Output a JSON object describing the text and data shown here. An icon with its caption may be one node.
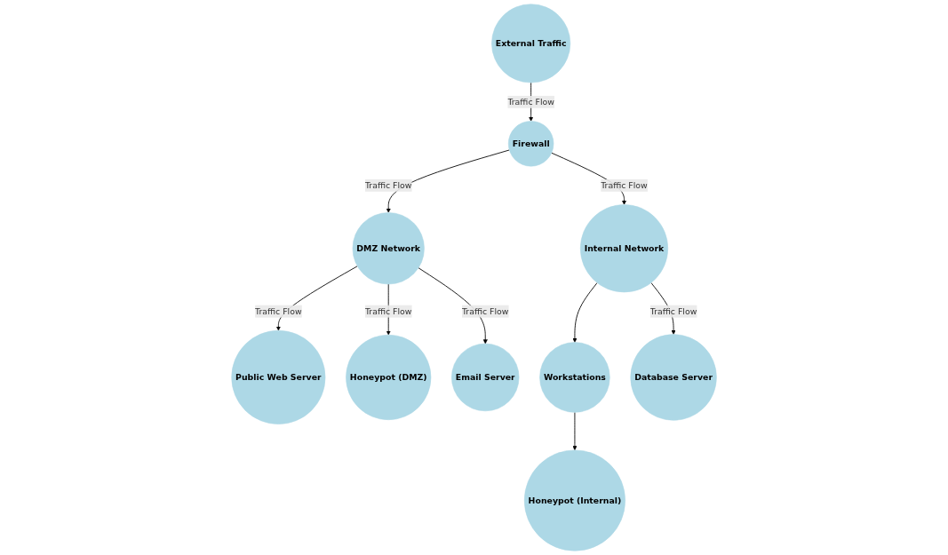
{
  "diagram": {
    "nodes": [
      {
        "text": [
          "External Traffic"
        ]
      },
      {
        "text": [
          "Firewall"
        ]
      },
      {
        "text": [
          "DMZ Network"
        ]
      },
      {
        "text": [
          "Internal Network"
        ]
      },
      {
        "text": [
          "Public Web Server"
        ]
      },
      {
        "text": [
          "Honeypot (DMZ)"
        ]
      },
      {
        "text": [
          "Email Server"
        ]
      },
      {
        "text": [
          "Workstations"
        ]
      },
      {
        "text": [
          "Database Server"
        ]
      },
      {
        "text": [
          "Honeypot (Internal)"
        ]
      }
    ],
    "edges": [
      {
        "from": 0,
        "to": 1,
        "arrow": "to",
        "label": "Traffic Flow"
      },
      {
        "from": 1,
        "to": 2,
        "arrow": "to",
        "label": "Traffic Flow"
      },
      {
        "from": 1,
        "to": 3,
        "arrow": "to",
        "label": "Traffic Flow"
      },
      {
        "from": 2,
        "to": 4,
        "arrow": "to",
        "label": "Traffic Flow"
      },
      {
        "from": 2,
        "to": 5,
        "arrow": "to",
        "label": "Traffic Flow"
      },
      {
        "from": 2,
        "to": 6,
        "arrow": "to",
        "label": "Traffic Flow"
      },
      {
        "from": 3,
        "to": 7,
        "arrow": "to"
      },
      {
        "from": 3,
        "to": 8,
        "arrow": "to",
        "label": "Traffic Flow"
      },
      {
        "from": 7,
        "to": 9,
        "arrow": "to"
      }
    ]
  }
}
